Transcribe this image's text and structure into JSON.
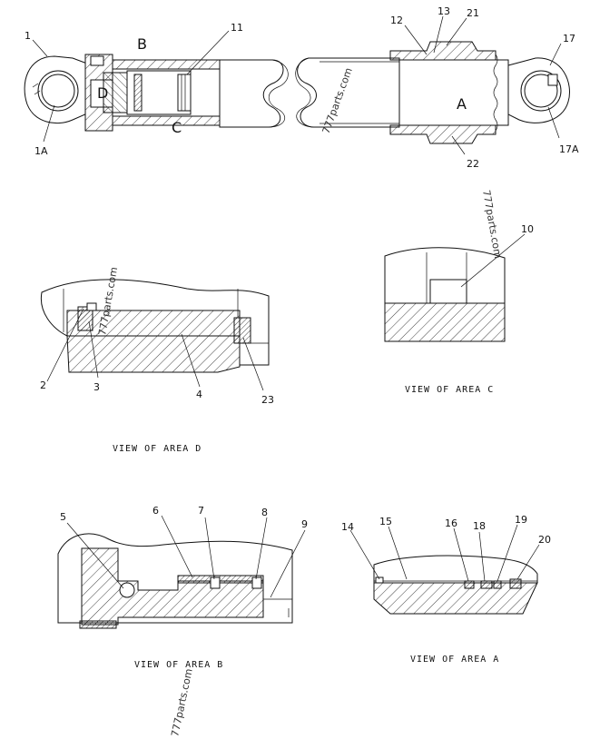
{
  "figure": {
    "top_assembly": {
      "area_labels": {
        "b": "B",
        "c": "C",
        "d": "D",
        "a": "A"
      },
      "callouts": {
        "c1": "1",
        "c1a": "1A",
        "c11": "11",
        "c12": "12",
        "c13": "13",
        "c21": "21",
        "c17": "17",
        "c17a": "17A",
        "c22": "22"
      }
    },
    "view_d": {
      "caption": "VIEW OF AREA D",
      "callouts": {
        "c2": "2",
        "c3": "3",
        "c4": "4",
        "c23": "23"
      }
    },
    "view_c": {
      "caption": "VIEW OF AREA C",
      "callouts": {
        "c10": "10"
      }
    },
    "view_b": {
      "caption": "VIEW OF AREA B",
      "callouts": {
        "c5": "5",
        "c6": "6",
        "c7": "7",
        "c8": "8",
        "c9": "9"
      }
    },
    "view_a": {
      "caption": "VIEW OF AREA A",
      "callouts": {
        "c14": "14",
        "c15": "15",
        "c16": "16",
        "c18": "18",
        "c19": "19",
        "c20": "20"
      }
    }
  },
  "watermarks": {
    "w1": "777parts.com",
    "w2": "777parts.com",
    "w3": "777parts.com",
    "w4": "777parts.com"
  }
}
